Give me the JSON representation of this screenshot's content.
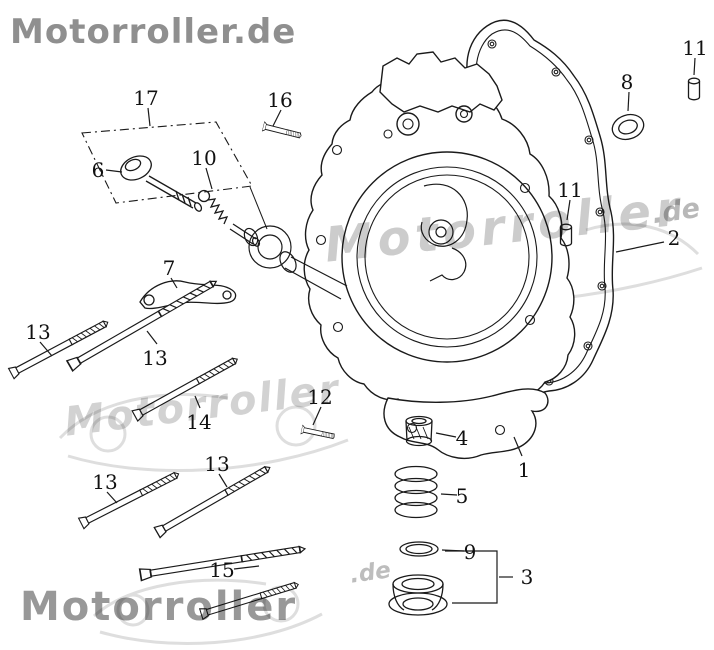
{
  "watermarks": {
    "top_left": "Motorroller.de",
    "middle": "Motorroller",
    "middle_de": ".de",
    "lower_left": "Motorroller",
    "bottom_de": ".de",
    "bottom_left": "Motorroller"
  },
  "labels": [
    "17",
    "16",
    "6",
    "10",
    "8",
    "11",
    "11",
    "2",
    "7",
    "13",
    "13",
    "14",
    "12",
    "4",
    "1",
    "5",
    "13",
    "13",
    "9",
    "3",
    "15"
  ]
}
